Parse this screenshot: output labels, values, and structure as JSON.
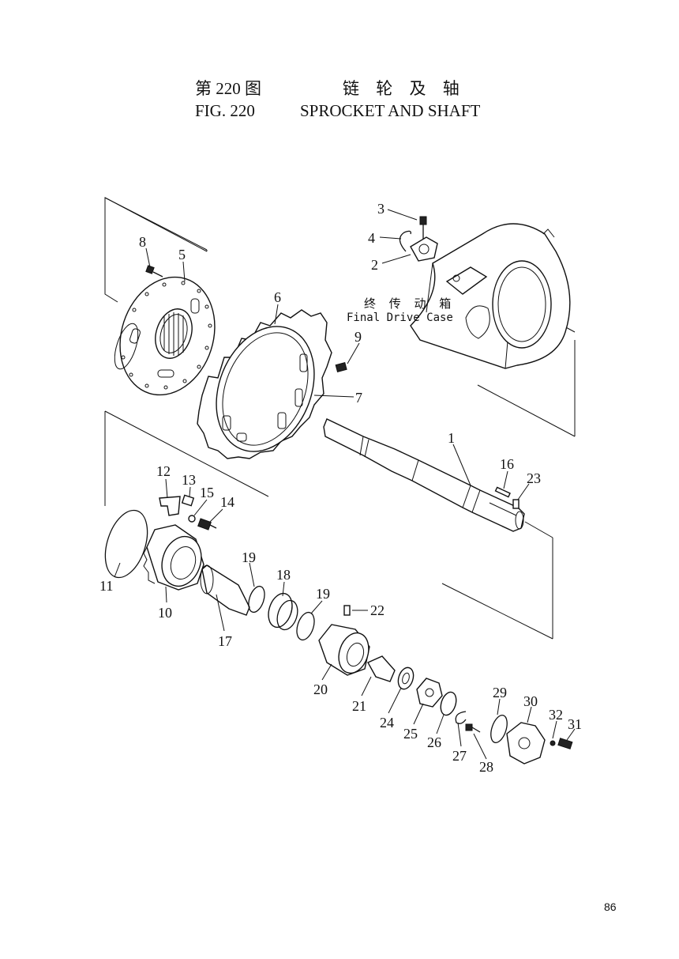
{
  "header": {
    "cn_fig": "第 220 图",
    "cn_name": "链 轮 及 轴",
    "en_fig": "FIG. 220",
    "en_name": "SPROCKET AND SHAFT"
  },
  "final_drive_case": {
    "cn": "终 传 动 箱",
    "en": "Final Drive Case"
  },
  "labels": {
    "p1": "1",
    "p2": "2",
    "p3": "3",
    "p4": "4",
    "p5": "5",
    "p6": "6",
    "p7": "7",
    "p8": "8",
    "p9": "9",
    "p10": "10",
    "p11": "11",
    "p12": "12",
    "p13": "13",
    "p14": "14",
    "p15": "15",
    "p16": "16",
    "p17": "17",
    "p18": "18",
    "p19a": "19",
    "p19b": "19",
    "p20": "20",
    "p21": "21",
    "p22": "22",
    "p23": "23",
    "p24": "24",
    "p25": "25",
    "p26": "26",
    "p27": "27",
    "p28": "28",
    "p29": "29",
    "p30": "30",
    "p31": "31",
    "p32": "32"
  },
  "page_number": "86"
}
